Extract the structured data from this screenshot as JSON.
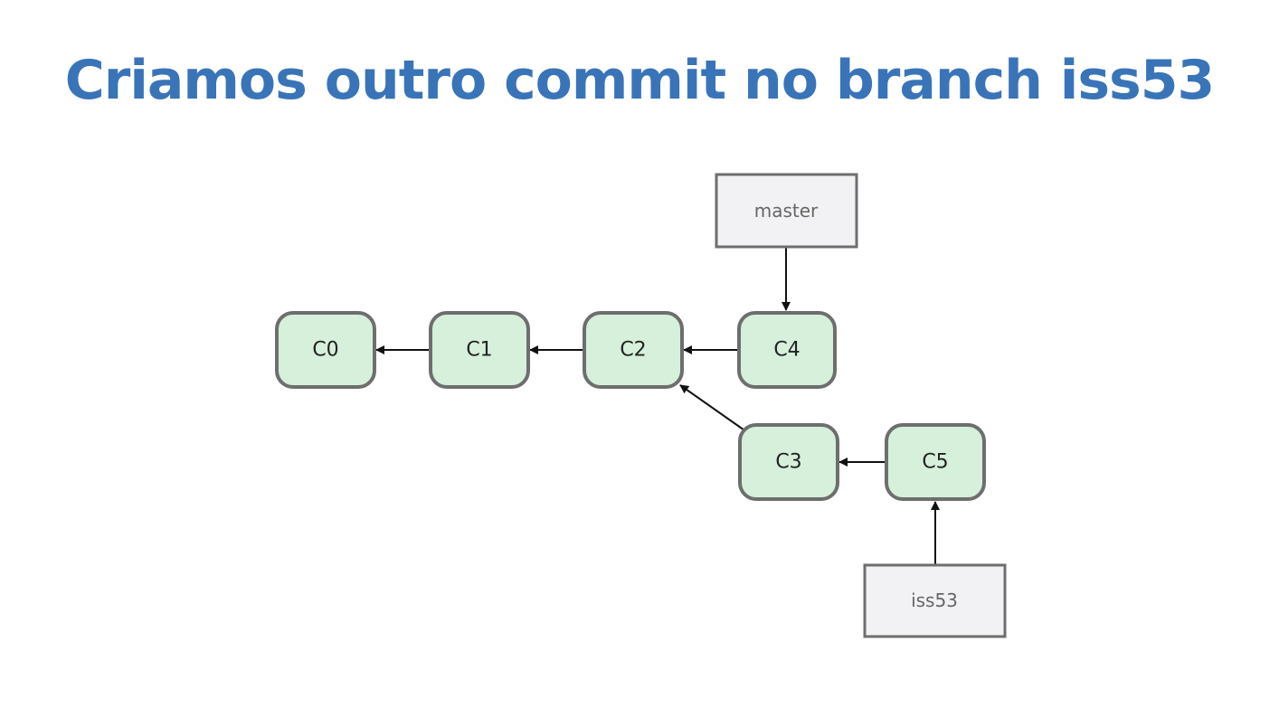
{
  "title": "Criamos outro commit no branch iss53",
  "colors": {
    "title": "#3a74b8",
    "commit_fill": "#d6f0db",
    "commit_stroke": "#6e6e6e",
    "branch_fill": "#f2f1f3",
    "branch_stroke": "#6e6e6e",
    "arrow": "#111111"
  },
  "commits": {
    "c0": "C0",
    "c1": "C1",
    "c2": "C2",
    "c3": "C3",
    "c4": "C4",
    "c5": "C5"
  },
  "branches": {
    "master": "master",
    "iss53": "iss53"
  },
  "edges": [
    {
      "from": "c1",
      "to": "c0"
    },
    {
      "from": "c2",
      "to": "c1"
    },
    {
      "from": "c4",
      "to": "c2"
    },
    {
      "from": "c3",
      "to": "c2"
    },
    {
      "from": "c5",
      "to": "c3"
    },
    {
      "from": "master",
      "to": "c4"
    },
    {
      "from": "iss53",
      "to": "c5"
    }
  ]
}
